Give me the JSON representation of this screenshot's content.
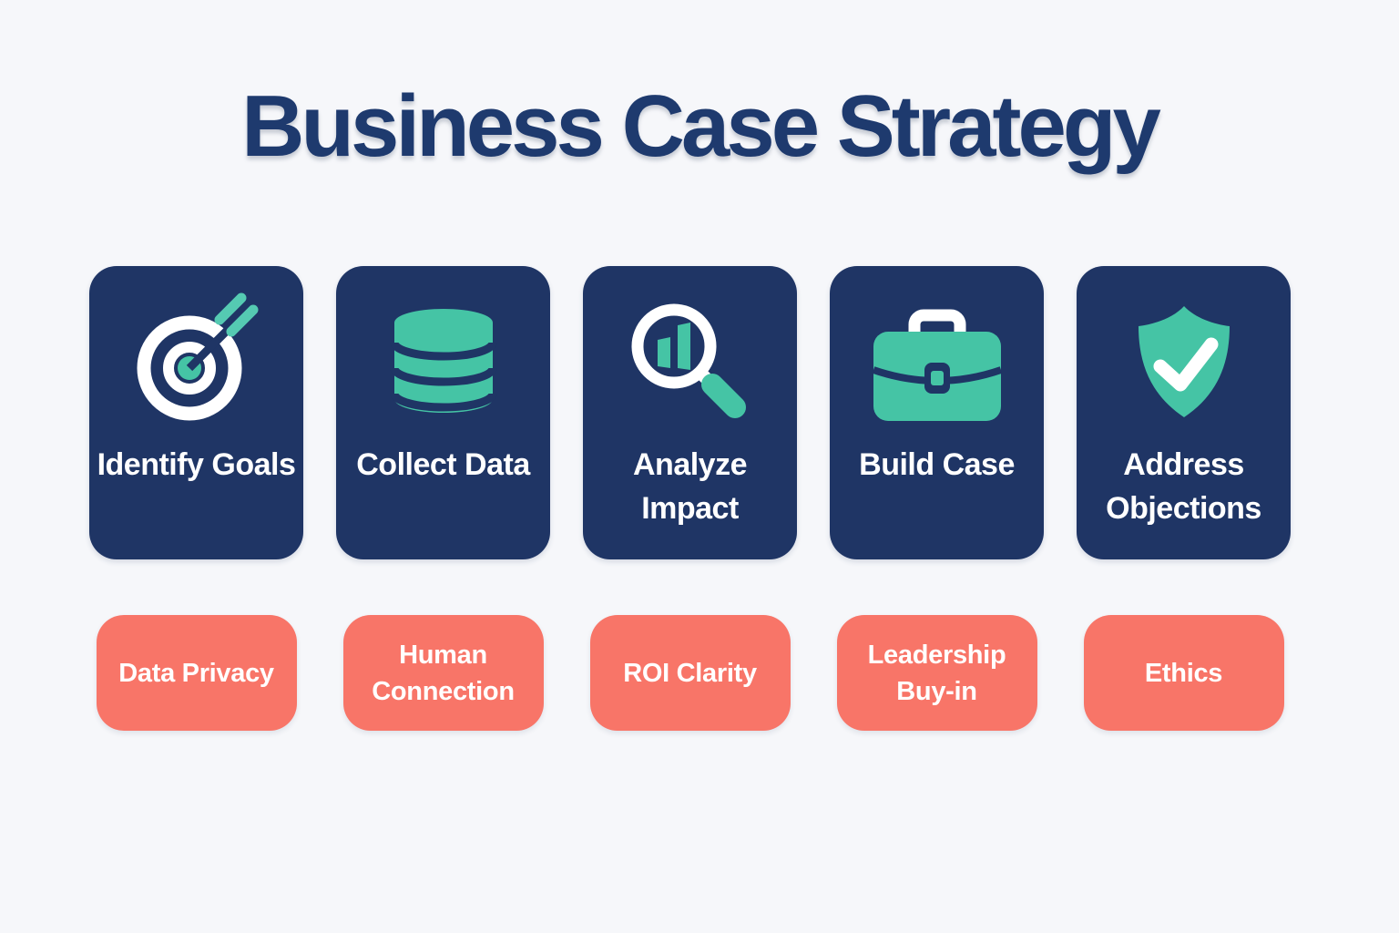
{
  "title": "Business Case Strategy",
  "colors": {
    "background": "#f6f7fa",
    "navy": "#1f3565",
    "title_navy": "#1e3a6e",
    "teal": "#45c4a5",
    "teal_light": "#55cab2",
    "coral": "#f87568",
    "white": "#ffffff"
  },
  "steps": [
    {
      "icon": "target-icon",
      "label": "Identify Goals",
      "tag": "Data Privacy"
    },
    {
      "icon": "database-icon",
      "label": "Collect Data",
      "tag": "Human Connection"
    },
    {
      "icon": "magnifier-chart-icon",
      "label": "Analyze Impact",
      "tag": "ROI Clarity"
    },
    {
      "icon": "briefcase-icon",
      "label": "Build Case",
      "tag": "Leadership Buy-in"
    },
    {
      "icon": "shield-check-icon",
      "label": "Address Objections",
      "tag": "Ethics"
    }
  ]
}
